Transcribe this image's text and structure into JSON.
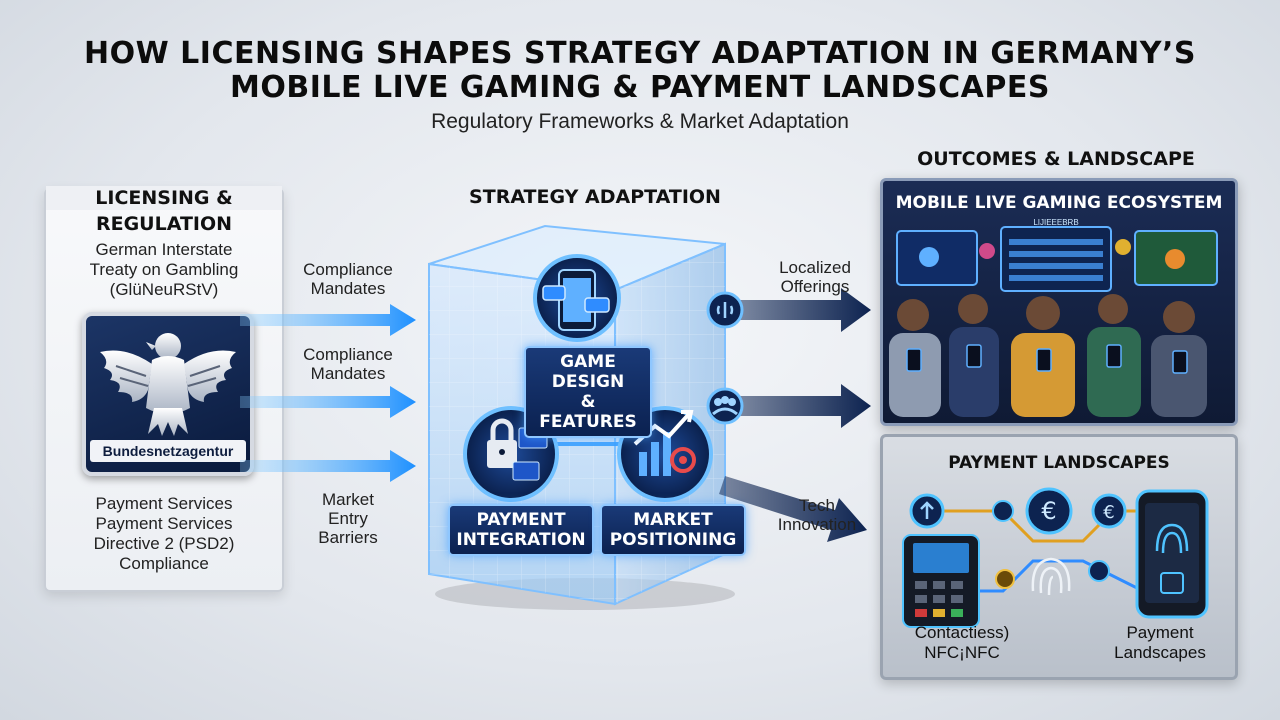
{
  "header": {
    "title_line1": "HOW LICENSING SHAPES STRATEGY ADAPTATION IN GERMANY’S",
    "title_line2": "MOBILE LIVE GAMING & PAYMENT LANDSCAPES",
    "subtitle": "Regulatory Frameworks & Market Adaptation"
  },
  "left_panel": {
    "heading_line1": "LICENSING &",
    "heading_line2": "REGULATION",
    "treaty_line1": "German Interstate",
    "treaty_line2": "Treaty on Gambling",
    "treaty_line3": "(GlüNeuRStV)",
    "badge_label": "Bundesnetzagentur",
    "psd2_line1": "Payment Services",
    "psd2_line2": "Payment Services",
    "psd2_line3": "Directive 2 (PSD2)",
    "psd2_line4": "Compliance"
  },
  "left_arrows": [
    {
      "line1": "Compliance",
      "line2": "Mandates"
    },
    {
      "line1": "Compliance",
      "line2": "Mandates"
    },
    {
      "line1": "Market",
      "line2": "Entry",
      "line3": "Barriers"
    }
  ],
  "strategy": {
    "heading": "STRATEGY ADAPTATION",
    "nodes": [
      {
        "line1": "GAME DESIGN",
        "line2": "& FEATURES"
      },
      {
        "line1": "PAYMENT",
        "line2": "INTEGRATION"
      },
      {
        "line1": "MARKET",
        "line2": "POSITIONING"
      }
    ]
  },
  "right_arrows": [
    {
      "line1": "Localized",
      "line2": "Offerings"
    },
    {
      "line1": "Tech",
      "line2": "Innovation"
    }
  ],
  "outcomes": {
    "heading": "OUTCOMES & LANDSCAPE",
    "ecosystem_title": "MOBILE LIVE GAMING ECOSYSTEM",
    "screen_label": "LIJIEEEBRB",
    "payment_title": "PAYMENT LANDSCAPES",
    "nfc_line1": "Contactiess)",
    "nfc_line2": "NFC¡NFC",
    "landscape_line1": "Payment",
    "landscape_line2": "Landscapes"
  },
  "colors": {
    "accent_blue": "#1e90ff",
    "navy": "#0d2350",
    "glow": "#7cc8ff"
  }
}
